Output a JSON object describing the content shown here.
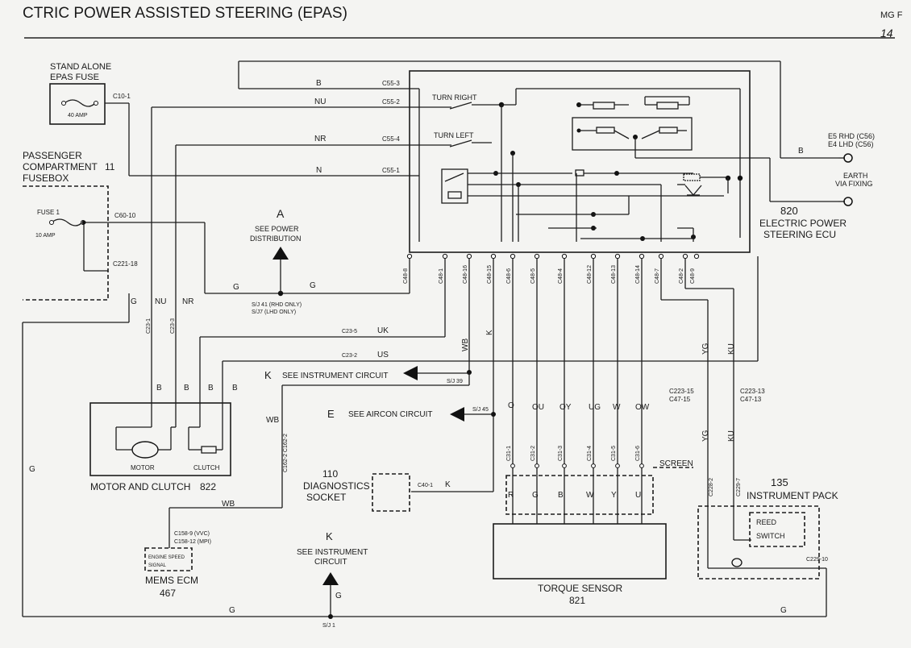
{
  "header": {
    "title": "CTRIC POWER ASSISTED STEERING (EPAS)",
    "brand": "MG F",
    "page": "14"
  },
  "fuses": {
    "epas_title1": "STAND ALONE",
    "epas_title2": "EPAS FUSE",
    "epas_rating": "40 AMP",
    "epas_conn": "C10-1",
    "pcf_line1": "PASSENGER",
    "pcf_line2": "COMPARTMENT",
    "pcf_num": "11",
    "pcf_line3": "FUSEBOX",
    "fuse1_label": "FUSE 1",
    "fuse1_rating": "10 AMP",
    "fuse1_conn": "C60-10",
    "splice_conn": "C221-18"
  },
  "ecu": {
    "title1": "ELECTRIC POWER",
    "title2": "STEERING ECU",
    "number": "820",
    "turn_right": "TURN RIGHT",
    "turn_left": "TURN LEFT",
    "top_conns": [
      "C55-3",
      "C55-2",
      "C55-4",
      "C55-1"
    ],
    "top_wires": [
      "B",
      "NU",
      "NR",
      "N"
    ],
    "pins": [
      "C48-8",
      "C48-1",
      "C48-16",
      "C48-15",
      "C48-6",
      "C48-5",
      "C48-4",
      "C48-12",
      "C48-13",
      "C48-14",
      "C48-7",
      "C48-2",
      "C48-9"
    ]
  },
  "earth": {
    "wire": "B",
    "line1": "E5 RHD (C56)",
    "line2": "E4 LHD (C56)",
    "label1": "EARTH",
    "label2": "VIA FIXING"
  },
  "power": {
    "letter": "A",
    "line1": "SEE POWER",
    "line2": "DISTRIBUTION",
    "splice1": "S/J 41 (RHD ONLY)",
    "splice2": "S/J7 (LHD ONLY)"
  },
  "wires": {
    "g": "G",
    "nu": "NU",
    "nr": "NR",
    "b": "B",
    "uk": "UK",
    "us": "US",
    "wb": "WB",
    "k": "K",
    "yg": "YG",
    "ku": "KU",
    "o": "O",
    "ou": "OU",
    "oy": "OY",
    "ug": "UG",
    "w": "W",
    "ow": "OW"
  },
  "conns": {
    "c23_1": "C23-1",
    "c23_3": "C23-3",
    "c23_5": "C23-5",
    "c23_2": "C23-2",
    "c162": "C162-2 C162-2",
    "c223_15": "C223-15",
    "c47_15": "C47-15",
    "c223_13": "C223-13",
    "c47_13": "C47-13",
    "c228_2": "C228-2",
    "c229_7": "C229-7",
    "c229_10": "C229-10",
    "c40_1": "C40-1",
    "c158_9": "C158-9 (VVC)",
    "c158_12": "C158-12 (MPI)",
    "c31": [
      "C31-1",
      "C31-2",
      "C31-3",
      "C31-4",
      "C31-5",
      "C31-6"
    ],
    "screen_pins": [
      "R",
      "G",
      "B",
      "W",
      "Y",
      "U"
    ],
    "screen": "SCREEN"
  },
  "refs": {
    "inst_letter": "K",
    "inst_text": "SEE INSTRUMENT CIRCUIT",
    "sj39": "S/J 39",
    "aircon_letter": "E",
    "aircon_text": "SEE AIRCON CIRCUIT",
    "sj45": "S/J 45",
    "inst2_letter": "K",
    "inst2_line1": "SEE INSTRUMENT",
    "inst2_line2": "CIRCUIT",
    "sj1": "S/J 1"
  },
  "motor": {
    "motor": "MOTOR",
    "clutch": "CLUTCH",
    "title": "MOTOR AND CLUTCH",
    "number": "822"
  },
  "diag": {
    "number": "110",
    "line1": "DIAGNOSTICS",
    "line2": "SOCKET"
  },
  "mems": {
    "line1": "ENGINE SPEED",
    "line2": "SIGNAL",
    "title": "MEMS ECM",
    "number": "467"
  },
  "torque": {
    "title": "TORQUE SENSOR",
    "number": "821"
  },
  "inst_pack": {
    "number": "135",
    "title": "INSTRUMENT PACK",
    "reed1": "REED",
    "reed2": "SWITCH"
  }
}
